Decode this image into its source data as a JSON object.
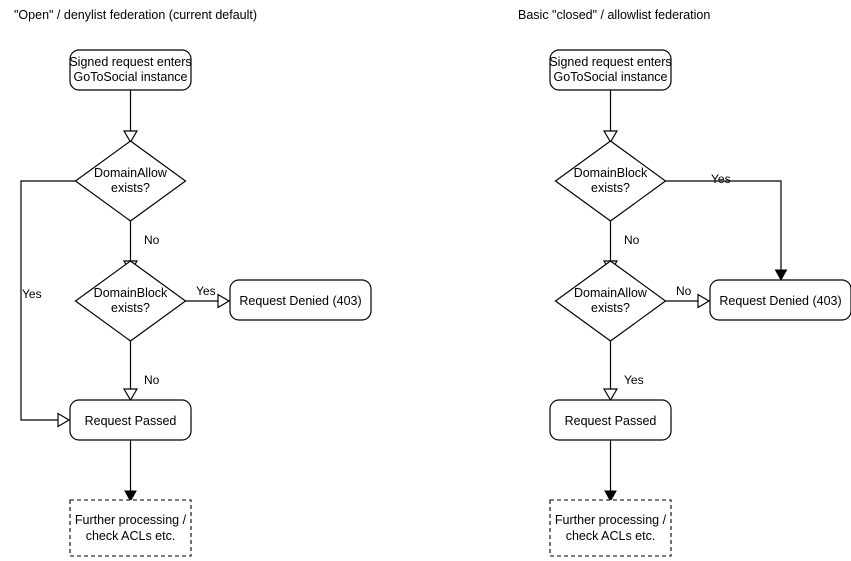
{
  "diagram": {
    "type": "flowchart",
    "panels": [
      {
        "id": "open-denylist",
        "title": "\"Open\" / denylist federation (current default)",
        "nodes": [
          {
            "id": "entry",
            "shape": "rounded-rect",
            "line1": "Signed request enters",
            "line2": "GoToSocial instance"
          },
          {
            "id": "domain-allow",
            "shape": "diamond",
            "line1": "DomainAllow",
            "line2": "exists?"
          },
          {
            "id": "domain-block",
            "shape": "diamond",
            "line1": "DomainBlock",
            "line2": "exists?"
          },
          {
            "id": "denied",
            "shape": "rounded-rect",
            "line1": "Request Denied (403)",
            "line2": ""
          },
          {
            "id": "passed",
            "shape": "rounded-rect",
            "line1": "Request Passed",
            "line2": ""
          },
          {
            "id": "further",
            "shape": "dashed-rect",
            "line1": "Further processing /",
            "line2": "check ACLs etc."
          }
        ],
        "edges": [
          {
            "from": "entry",
            "to": "domain-allow",
            "label": ""
          },
          {
            "from": "domain-allow",
            "to": "passed",
            "label": "Yes"
          },
          {
            "from": "domain-allow",
            "to": "domain-block",
            "label": "No"
          },
          {
            "from": "domain-block",
            "to": "denied",
            "label": "Yes"
          },
          {
            "from": "domain-block",
            "to": "passed",
            "label": "No"
          },
          {
            "from": "passed",
            "to": "further",
            "label": ""
          }
        ]
      },
      {
        "id": "closed-allowlist",
        "title": "Basic \"closed\" / allowlist federation",
        "nodes": [
          {
            "id": "entry",
            "shape": "rounded-rect",
            "line1": "Signed request enters",
            "line2": "GoToSocial instance"
          },
          {
            "id": "domain-block",
            "shape": "diamond",
            "line1": "DomainBlock",
            "line2": "exists?"
          },
          {
            "id": "domain-allow",
            "shape": "diamond",
            "line1": "DomainAllow",
            "line2": "exists?"
          },
          {
            "id": "denied",
            "shape": "rounded-rect",
            "line1": "Request Denied (403)",
            "line2": ""
          },
          {
            "id": "passed",
            "shape": "rounded-rect",
            "line1": "Request Passed",
            "line2": ""
          },
          {
            "id": "further",
            "shape": "dashed-rect",
            "line1": "Further processing /",
            "line2": "check ACLs etc."
          }
        ],
        "edges": [
          {
            "from": "entry",
            "to": "domain-block",
            "label": ""
          },
          {
            "from": "domain-block",
            "to": "denied",
            "label": "Yes"
          },
          {
            "from": "domain-block",
            "to": "domain-allow",
            "label": "No"
          },
          {
            "from": "domain-allow",
            "to": "denied",
            "label": "No"
          },
          {
            "from": "domain-allow",
            "to": "passed",
            "label": "Yes"
          },
          {
            "from": "passed",
            "to": "further",
            "label": ""
          }
        ]
      }
    ],
    "colors": {
      "stroke": "#000000",
      "fill": "#ffffff",
      "text": "#000000"
    }
  }
}
